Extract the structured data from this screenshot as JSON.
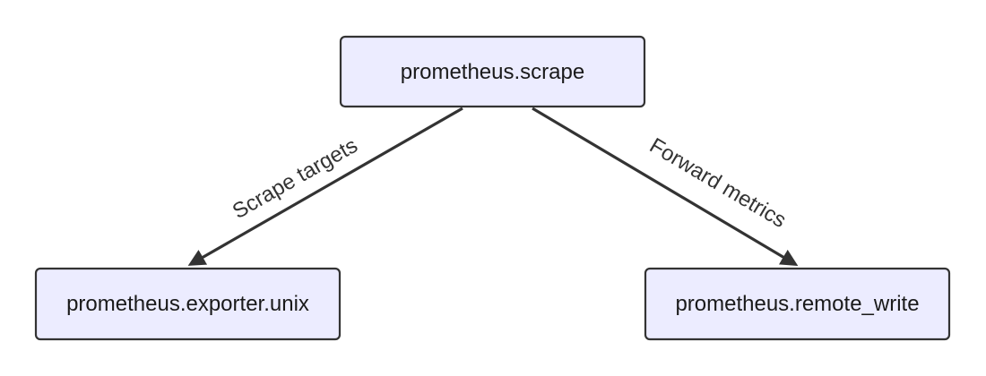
{
  "nodes": {
    "scrape": {
      "label": "prometheus.scrape"
    },
    "exporter": {
      "label": "prometheus.exporter.unix"
    },
    "remote_write": {
      "label": "prometheus.remote_write"
    }
  },
  "edges": {
    "scrape_to_exporter": {
      "label": "Scrape targets"
    },
    "scrape_to_remote_write": {
      "label": "Forward metrics"
    }
  },
  "colors": {
    "node_fill": "#ececff",
    "node_stroke": "#333333",
    "edge": "#333333"
  }
}
